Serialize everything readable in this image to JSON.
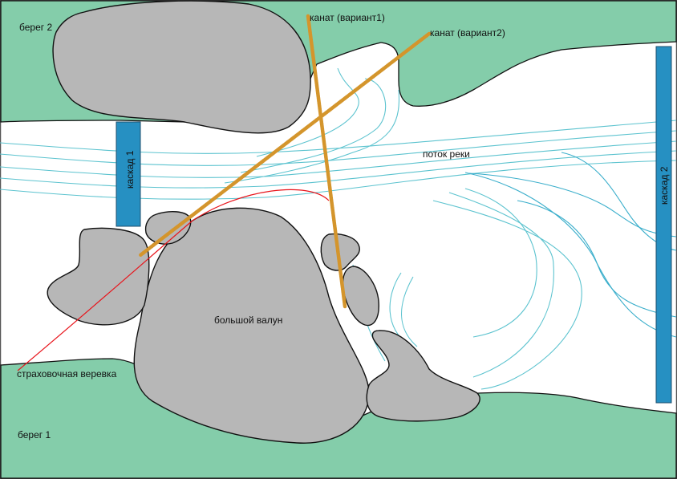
{
  "colors": {
    "bank": "#84cdaa",
    "rock": "#b7b7b7",
    "water_bg": "#ffffff",
    "flow_line": "#5cc3cf",
    "flow_line_dark": "#3aaecb",
    "cascade": "#2690c2",
    "rope": "#d4952c",
    "safety_rope": "#e8141b"
  },
  "labels": {
    "bank2": "берег 2",
    "bank1": "берег 1",
    "rope_v1": "канат (вариант1)",
    "rope_v2": "канат (вариант2)",
    "river_flow": "поток реки",
    "cascade1": "каскад 1",
    "cascade2": "каскад 2",
    "big_boulder": "большой валун",
    "safety_rope": "страховочная веревка"
  }
}
